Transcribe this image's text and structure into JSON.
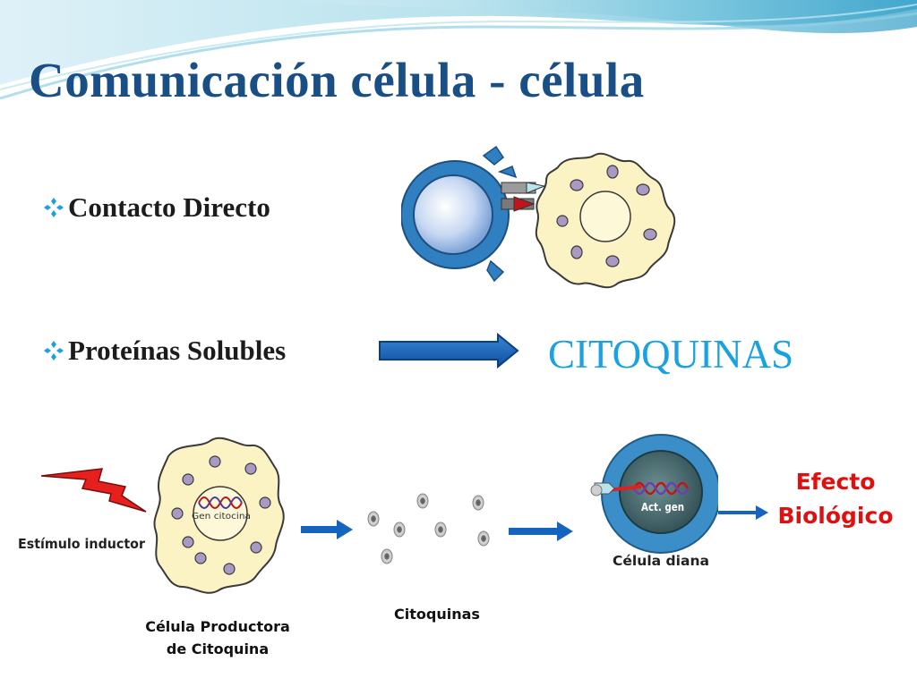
{
  "slide": {
    "title": "Comunicación célula - célula",
    "bullets": [
      {
        "label": "Contacto Directo"
      },
      {
        "label": "Proteínas Solubles"
      }
    ],
    "highlight": "CITOQUINAS"
  },
  "diagram": {
    "stimulus_label": "Estímulo inductor",
    "gene_label": "Gen citocina",
    "producer_caption": [
      "Célula Productora",
      "de Citoquina"
    ],
    "cytokines_caption": "Citoquinas",
    "target_gene_label": "Act. gen",
    "target_label": "Célula diana",
    "effect_label": [
      "Efecto",
      "Biológico"
    ]
  },
  "colors": {
    "title": "#1a4f86",
    "highlight": "#1aa1e0",
    "effect": "#e01010",
    "arrow": "#1565c0",
    "cell_fill": "#fbf3c4",
    "vesicle": "#a99ac4",
    "lymphocyte": "#2f7fc1"
  },
  "icons": {
    "bullet": "diamond-quad-icon",
    "lightning": "lightning-bolt-icon"
  }
}
